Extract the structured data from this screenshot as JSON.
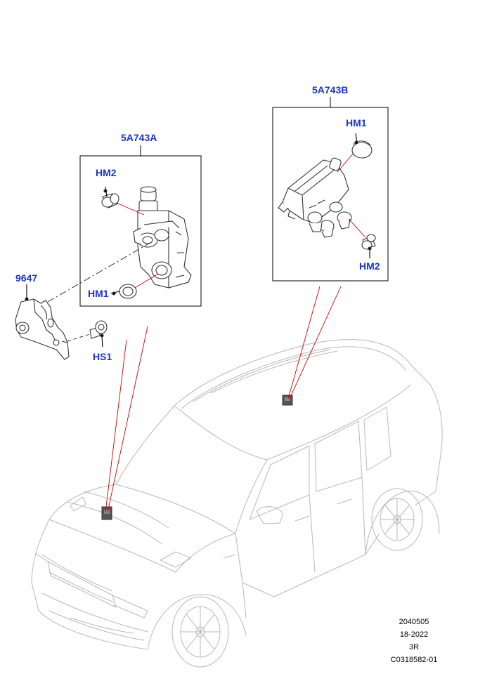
{
  "colors": {
    "callout": "#1a33cc",
    "leader": "#cc0000",
    "line": "#000000",
    "car": "#b8b8b8",
    "part": "#333333"
  },
  "callouts": {
    "valve_block_a": "5A743A",
    "valve_block_b": "5A743B",
    "hm2_a": "HM2",
    "hm1_a": "HM1",
    "bracket": "9647",
    "screw": "HS1",
    "hm1_b": "HM1",
    "hm2_b": "HM2"
  },
  "footer": {
    "line1": "2040505",
    "line2": "18-2022",
    "line3": "3R",
    "line4": "C0318582-01"
  }
}
